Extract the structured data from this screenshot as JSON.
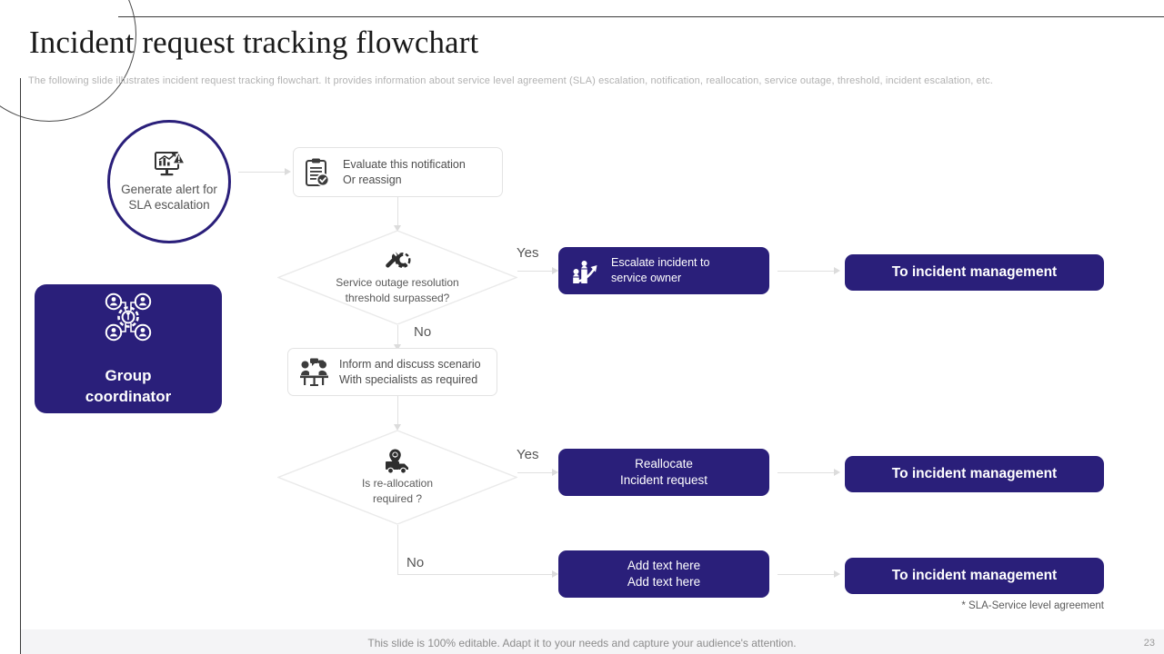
{
  "header": {
    "title": "Incident request tracking flowchart",
    "subtitle": "The following slide illustrates incident request tracking flowchart. It provides information about service level agreement (SLA) escalation, notification, reallocation, service outage, threshold, incident escalation, etc."
  },
  "theme": {
    "navy": "#2a1f7a",
    "connector_gray": "#e0e0e0",
    "body_text": "#4d4d4d"
  },
  "role": {
    "label": "Group\ncoordinator",
    "icon": "group-network-gear-icon"
  },
  "flow": {
    "start": {
      "label": "Generate alert\nfor SLA\nescalation",
      "icon": "monitor-alert-chart-icon"
    },
    "steps": [
      {
        "id": "evaluate",
        "label": "Evaluate this notification\nOr reassign",
        "icon": "clipboard-check-icon"
      },
      {
        "id": "inform",
        "label": "Inform and discuss scenario\nWith specialists as required",
        "icon": "meeting-discussion-icon"
      }
    ],
    "decisions": [
      {
        "id": "threshold",
        "label": "Service outage resolution\nthreshold surpassed?",
        "icon": "wrench-gear-icon",
        "yes_label": "Yes",
        "no_label": "No"
      },
      {
        "id": "reallocation",
        "label": "Is re-allocation\nrequired ?",
        "icon": "truck-location-icon",
        "yes_label": "Yes",
        "no_label": "No"
      }
    ],
    "outcomes": [
      {
        "id": "escalate",
        "label": "Escalate incident to\nservice owner",
        "icon": "escalation-growth-icon"
      },
      {
        "id": "reallocate",
        "label": "Reallocate\nIncident request",
        "icon": ""
      },
      {
        "id": "placeholder",
        "label": "Add text here\nAdd text here",
        "icon": ""
      }
    ],
    "terminals": [
      {
        "id": "terminal-1",
        "label": "To incident management"
      },
      {
        "id": "terminal-2",
        "label": "To incident management"
      },
      {
        "id": "terminal-3",
        "label": "To incident management"
      }
    ]
  },
  "footnote": "* SLA-Service level agreement",
  "footer": {
    "text": "This slide is 100% editable. Adapt it to your needs and capture your audience's attention.",
    "page_number": "23"
  }
}
